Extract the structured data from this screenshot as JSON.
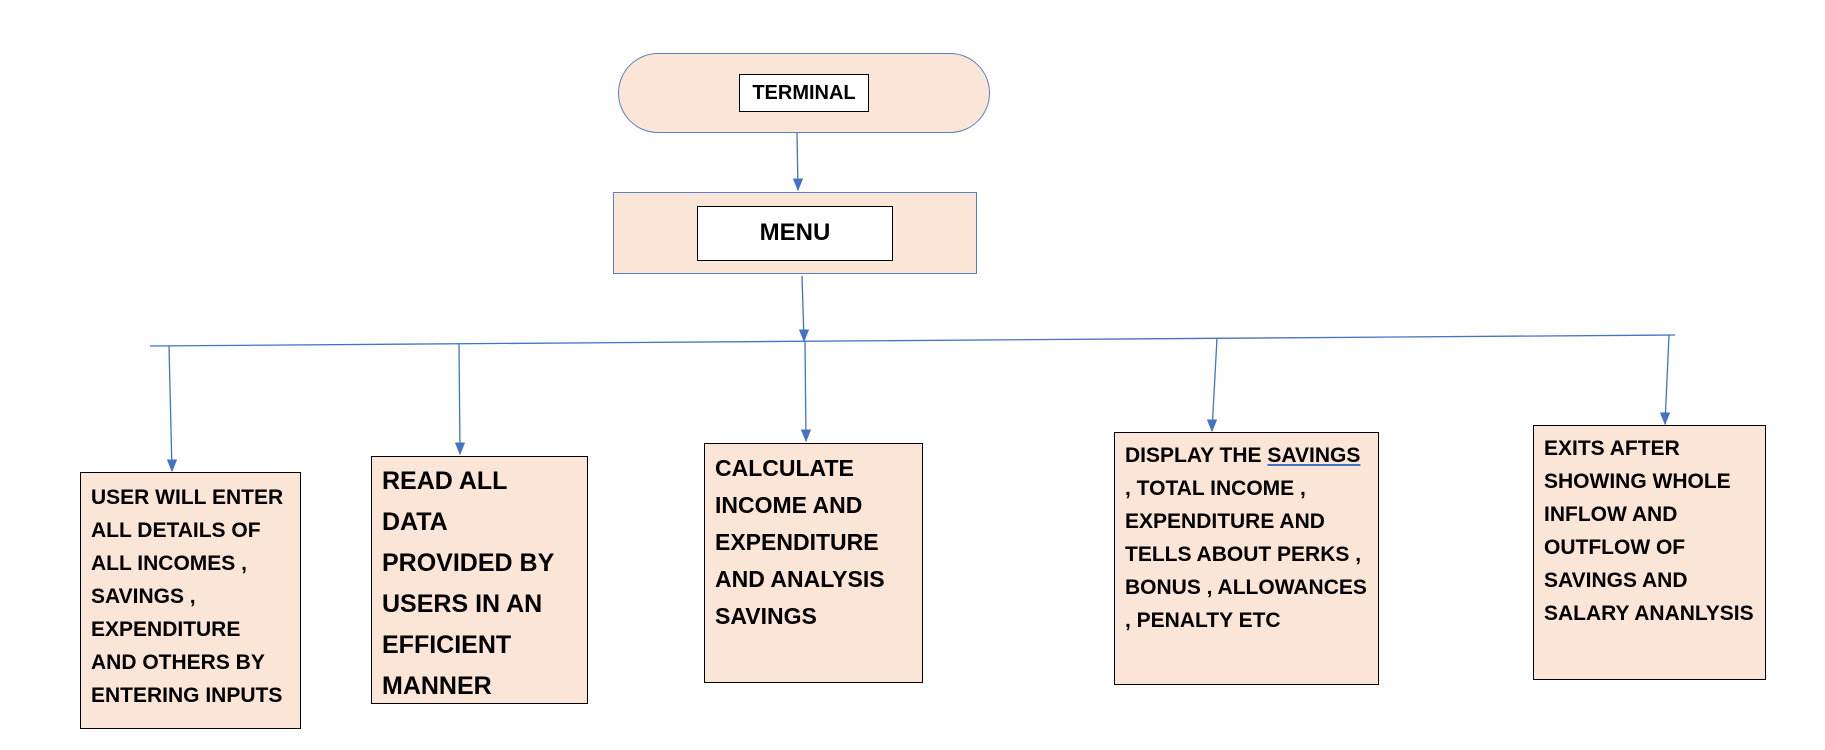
{
  "terminal": {
    "label": "TERMINAL"
  },
  "menu": {
    "label": "MENU"
  },
  "branches": [
    {
      "text": "USER WILL ENTER ALL DETAILS OF ALL INCOMES , SAVINGS , EXPENDITURE AND OTHERS BY ENTERING INPUTS"
    },
    {
      "text": "READ ALL DATA PROVIDED BY USERS IN AN EFFICIENT MANNER"
    },
    {
      "text": "CALCULATE INCOME AND EXPENDITURE AND ANALYSIS SAVINGS"
    },
    {
      "text_prefix": "DISPLAY THE ",
      "text_underlined": "SAVINGS ,",
      "text_suffix": " TOTAL INCOME , EXPENDITURE AND TELLS ABOUT PERKS , BONUS , ALLOWANCES , PENALTY ETC"
    },
    {
      "text": "EXITS AFTER SHOWING WHOLE INFLOW AND OUTFLOW OF SAVINGS AND SALARY ANANLYSIS"
    }
  ],
  "colors": {
    "fill": "#fbe5d6",
    "connector": "#4472c4",
    "border_accent": "#5b7fc7"
  }
}
